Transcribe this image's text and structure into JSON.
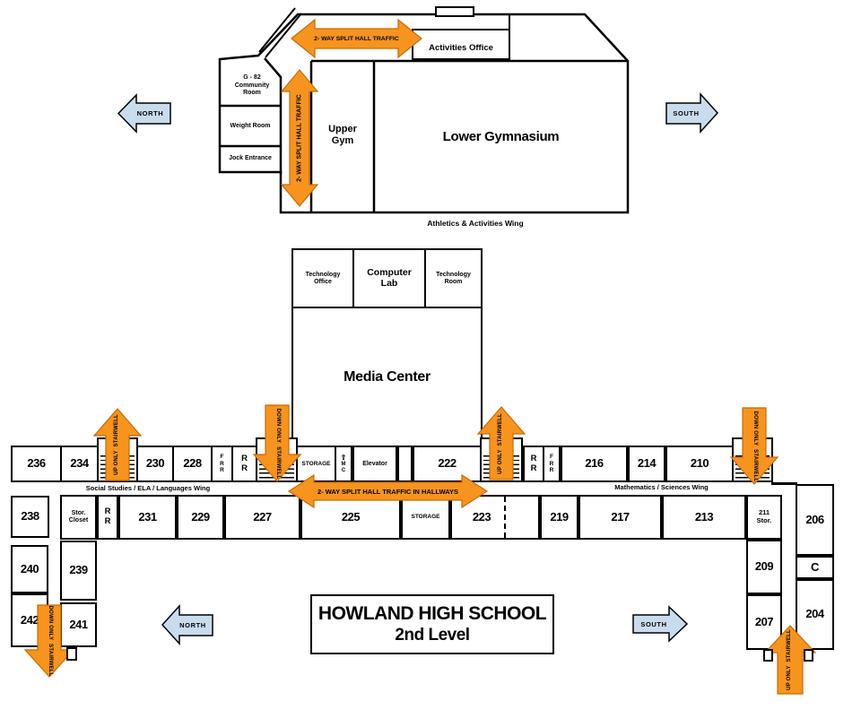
{
  "colors": {
    "orange": "#F7941E",
    "orange_edge": "#C96A00",
    "blue": "#C9DCEE",
    "wall": "#000000"
  },
  "title": {
    "line1": "HOWLAND HIGH SCHOOL",
    "line2": "2nd Level"
  },
  "compass": {
    "north": "NORTH",
    "south": "SOUTH"
  },
  "traffic": {
    "split_hall": "2- WAY SPLIT HALL TRAFFIC",
    "split_hall_hallways": "2- WAY SPLIT HALL TRAFFIC IN HALLWAYS"
  },
  "stairs": {
    "up": {
      "line1": "UP ONLY",
      "line2": "STAIRWELL"
    },
    "down": {
      "line1": "DOWN ONLY",
      "line2": "STAIRWELL"
    }
  },
  "athletics": {
    "activities_office": "Activities Office",
    "g82": "G - 82 Community Room",
    "weight_room": "Weight Room",
    "jock_entrance": "Jock Entrance",
    "upper_gym": "Upper Gym",
    "lower_gym": "Lower Gymnasium",
    "caption": "Athletics & Activities Wing"
  },
  "tech": {
    "office": "Technology Office",
    "lab": "Computer Lab",
    "room": "Technology Room",
    "media": "Media Center"
  },
  "wings": {
    "left": "Social Studies / ELA / Languages Wing",
    "right": "Mathematics / Sciences Wing"
  },
  "row1": {
    "r236": "236",
    "r234": "234",
    "r230": "230",
    "r228": "228",
    "frr_left": [
      "F",
      "R",
      "R"
    ],
    "rr_left": [
      "R",
      "R"
    ],
    "storage": "STORAGE",
    "mc": [
      "⇧",
      "M",
      "C"
    ],
    "elevator": "Elevator",
    "r222": "222",
    "rr_right": [
      "R",
      "R"
    ],
    "frr_right": [
      "F",
      "R",
      "R"
    ],
    "r216": "216",
    "r214": "214",
    "r210": "210"
  },
  "row2": {
    "stor_closet": "Stor. Closet",
    "rr": [
      "R",
      "R"
    ],
    "r231": "231",
    "r229": "229",
    "r227": "227",
    "r225": "225",
    "storage": "STORAGE",
    "r223": "223",
    "r219": "219",
    "r217": "217",
    "r213": "213",
    "r211": "211 Stor."
  },
  "north_wing": {
    "r238": "238",
    "r240": "240",
    "r242": "242",
    "r239": "239",
    "r241": "241"
  },
  "south_wing": {
    "r206": "206",
    "c": "C",
    "r204": "204",
    "r209": "209",
    "r207": "207"
  }
}
